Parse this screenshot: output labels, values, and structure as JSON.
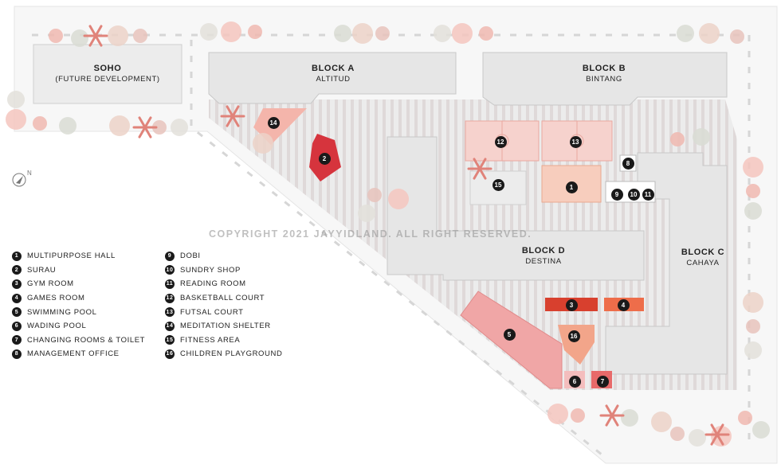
{
  "blocks": {
    "soho": {
      "name": "SOHO",
      "sub": "(FUTURE DEVELOPMENT)"
    },
    "a": {
      "name": "BLOCK A",
      "sub": "ALTITUD"
    },
    "b": {
      "name": "BLOCK B",
      "sub": "BINTANG"
    },
    "c": {
      "name": "BLOCK C",
      "sub": "CAHAYA"
    },
    "d": {
      "name": "BLOCK D",
      "sub": "DESTINA"
    }
  },
  "facility_markers": {
    "m1": "1",
    "m2": "2",
    "m3": "3",
    "m4": "4",
    "m5": "5",
    "m6": "6",
    "m7": "7",
    "m8": "8",
    "m9": "9",
    "m10": "10",
    "m11": "11",
    "m12": "12",
    "m13": "13",
    "m14": "14",
    "m15": "15",
    "m16": "16"
  },
  "legend": [
    {
      "num": "1",
      "label": "MULTIPURPOSE HALL"
    },
    {
      "num": "2",
      "label": "SURAU"
    },
    {
      "num": "3",
      "label": "GYM ROOM"
    },
    {
      "num": "4",
      "label": "GAMES ROOM"
    },
    {
      "num": "5",
      "label": "SWIMMING POOL"
    },
    {
      "num": "6",
      "label": "WADING POOL"
    },
    {
      "num": "7",
      "label": "CHANGING ROOMS & TOILET"
    },
    {
      "num": "8",
      "label": "MANAGEMENT OFFICE"
    },
    {
      "num": "9",
      "label": "DOBI"
    },
    {
      "num": "10",
      "label": "SUNDRY SHOP"
    },
    {
      "num": "11",
      "label": "READING ROOM"
    },
    {
      "num": "12",
      "label": "BASKETBALL COURT"
    },
    {
      "num": "13",
      "label": "FUTSAL COURT"
    },
    {
      "num": "14",
      "label": "MEDITATION SHELTER"
    },
    {
      "num": "15",
      "label": "FITNESS AREA"
    },
    {
      "num": "16",
      "label": "CHILDREN PLAYGROUND"
    }
  ],
  "copyright": "COPYRIGHT 2021 JAYYIDLAND. ALL RIGHT RESERVED.",
  "colors": {
    "building": "#e8e8e8",
    "site": "#f1f1f1",
    "walkway": "#dcd6d6",
    "court": "#f6d2cd",
    "hall": "#f7cdbd",
    "surau": "#d6343d",
    "gym": "#d8402e",
    "games": "#ee6d4a",
    "pool": "#f0a6a6",
    "playground": "#f2a58a",
    "marker": "#1a1a1a"
  },
  "icons": {
    "compass": "north-arrow-icon",
    "tree": "tree-canopy-icon",
    "palm": "palm-tree-icon"
  }
}
